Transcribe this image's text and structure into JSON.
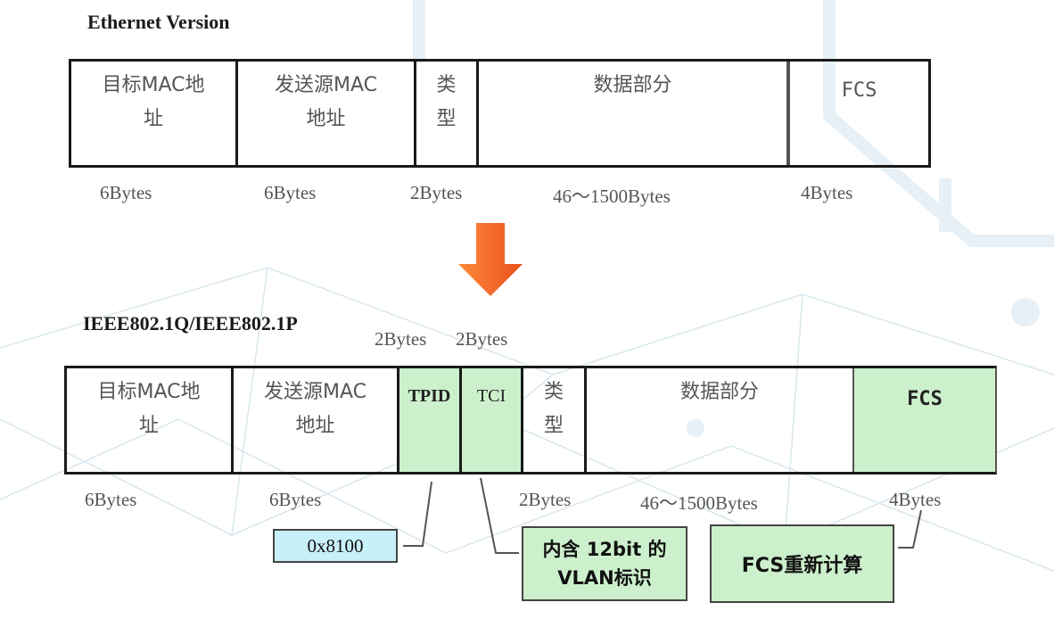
{
  "top": {
    "heading": "Ethernet  Version",
    "fields": [
      {
        "line1": "目标MAC地",
        "line2": "址"
      },
      {
        "line1": "发送源MAC",
        "line2": "地址"
      },
      {
        "line1": "类",
        "line2": "型"
      },
      {
        "line1": "数据部分",
        "line2": ""
      },
      {
        "line1": "FCS",
        "line2": ""
      }
    ],
    "sizes": [
      "6Bytes",
      "6Bytes",
      "2Bytes",
      "46～1500Bytes",
      "4Bytes"
    ]
  },
  "bottom": {
    "heading": "IEEE802.1Q/IEEE802.1P",
    "size_above_tpid": "2Bytes",
    "size_above_tci": "2Bytes",
    "fields": [
      {
        "line1": "目标MAC地",
        "line2": "址"
      },
      {
        "line1": "发送源MAC",
        "line2": "地址"
      },
      {
        "line1": "TPID",
        "line2": ""
      },
      {
        "line1": "TCI",
        "line2": ""
      },
      {
        "line1": "类",
        "line2": "型"
      },
      {
        "line1": "数据部分",
        "line2": ""
      },
      {
        "line1": "FCS",
        "line2": ""
      }
    ],
    "sizes": [
      "6Bytes",
      "6Bytes",
      "2Bytes",
      "46～1500Bytes",
      "4Bytes"
    ]
  },
  "notes": {
    "tpid_value": "0x8100",
    "tci_note_line1": "内含 12bit 的",
    "tci_note_line2": "VLAN标识",
    "fcs_note": "FCS重新计算"
  },
  "colors": {
    "arrow": "#f26522",
    "highlight_green": "#ccf0cc",
    "tpid_box": "#c8f0f8"
  }
}
